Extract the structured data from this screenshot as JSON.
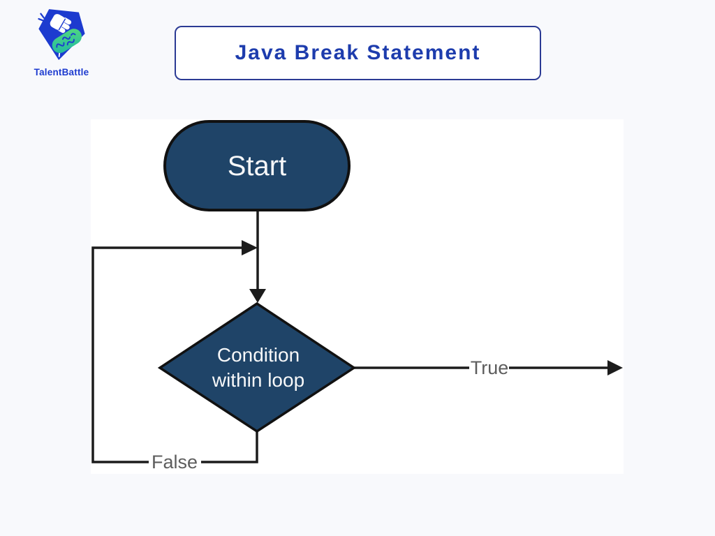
{
  "logo": {
    "brand": "TalentBattle",
    "shield_color": "#1d3bcf",
    "brain_teal": "#1fb9a4",
    "brain_green": "#55d97c"
  },
  "header": {
    "title": "Java Break Statement",
    "text_color": "#1d3cad",
    "border_color": "#2b3a94"
  },
  "flowchart": {
    "nodes": {
      "start": {
        "label": "Start",
        "shape": "terminator"
      },
      "condition": {
        "label_line1": "Condition",
        "label_line2": "within loop",
        "shape": "decision"
      }
    },
    "edges": {
      "true_label": "True",
      "false_label": "False"
    },
    "colors": {
      "node_fill": "#1f4468",
      "node_stroke": "#111111",
      "line": "#1c1c1c",
      "edge_label": "#5d5d5d",
      "node_text": "#f7f8f9",
      "canvas_bg": "#ffffff",
      "page_bg": "#f8f9fc"
    }
  }
}
